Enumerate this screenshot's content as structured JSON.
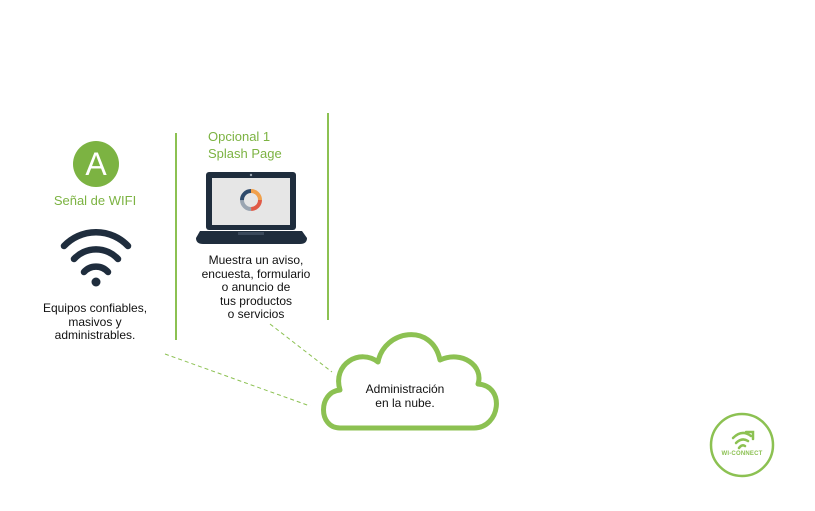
{
  "colors": {
    "accent_green": "#8cc152",
    "badge_green": "#7cb342",
    "dark_navy": "#1f2d3d"
  },
  "left_column": {
    "badge_letter": "A",
    "title": "Señal de WIFI",
    "icon": "wifi-icon",
    "description": "Equipos confiables,\nmasivos y\nadministrables."
  },
  "middle_column": {
    "title_line1": "Opcional 1",
    "title_line2": "Splash Page",
    "icon": "laptop-icon",
    "description": "Muestra un aviso,\nencuesta, formulario\no anuncio de\ntus productos\no servicios"
  },
  "cloud": {
    "icon": "cloud-icon",
    "text": "Administración\nen  la nube."
  },
  "logo": {
    "icon": "wi-connect-logo-icon",
    "text": "WI-CONNECT"
  }
}
